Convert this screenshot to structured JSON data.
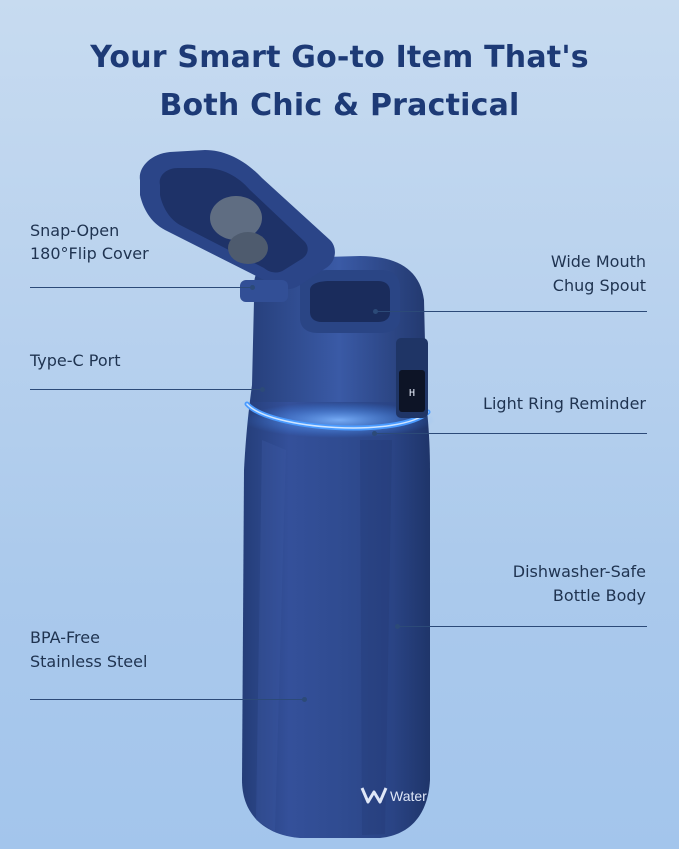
{
  "headline": {
    "line1": "Your Smart Go-to Item That's",
    "line2": "Both Chic & Practical"
  },
  "callouts": {
    "flip_cover": {
      "line1": "Snap-Open",
      "line2": "180°Flip Cover"
    },
    "chug_spout": {
      "line1": "Wide Mouth",
      "line2": "Chug Spout"
    },
    "type_c": {
      "line1": "Type-C Port"
    },
    "light_ring": {
      "line1": "Light Ring Reminder"
    },
    "dishwasher": {
      "line1": "Dishwasher-Safe",
      "line2": "Bottle Body"
    },
    "bpa_free": {
      "line1": "BPA-Free",
      "line2": "Stainless Steel"
    }
  },
  "bottle": {
    "logo_text": "Water",
    "display_text": "H",
    "colors": {
      "body": "#2e4a8c",
      "body_dark": "#233a72",
      "light_ring": "#3b8cff",
      "background": "#b9d2ee",
      "headline": "#1d3a76"
    }
  }
}
